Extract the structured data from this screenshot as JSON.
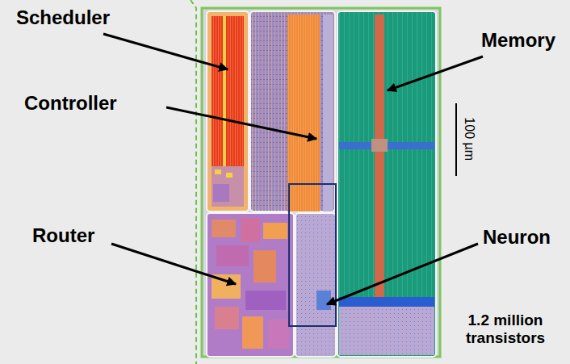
{
  "diagram": {
    "labels": [
      "Scheduler",
      "Controller",
      "Memory",
      "Router",
      "Neuron",
      "100 µm",
      "1.2 million transistors"
    ]
  }
}
